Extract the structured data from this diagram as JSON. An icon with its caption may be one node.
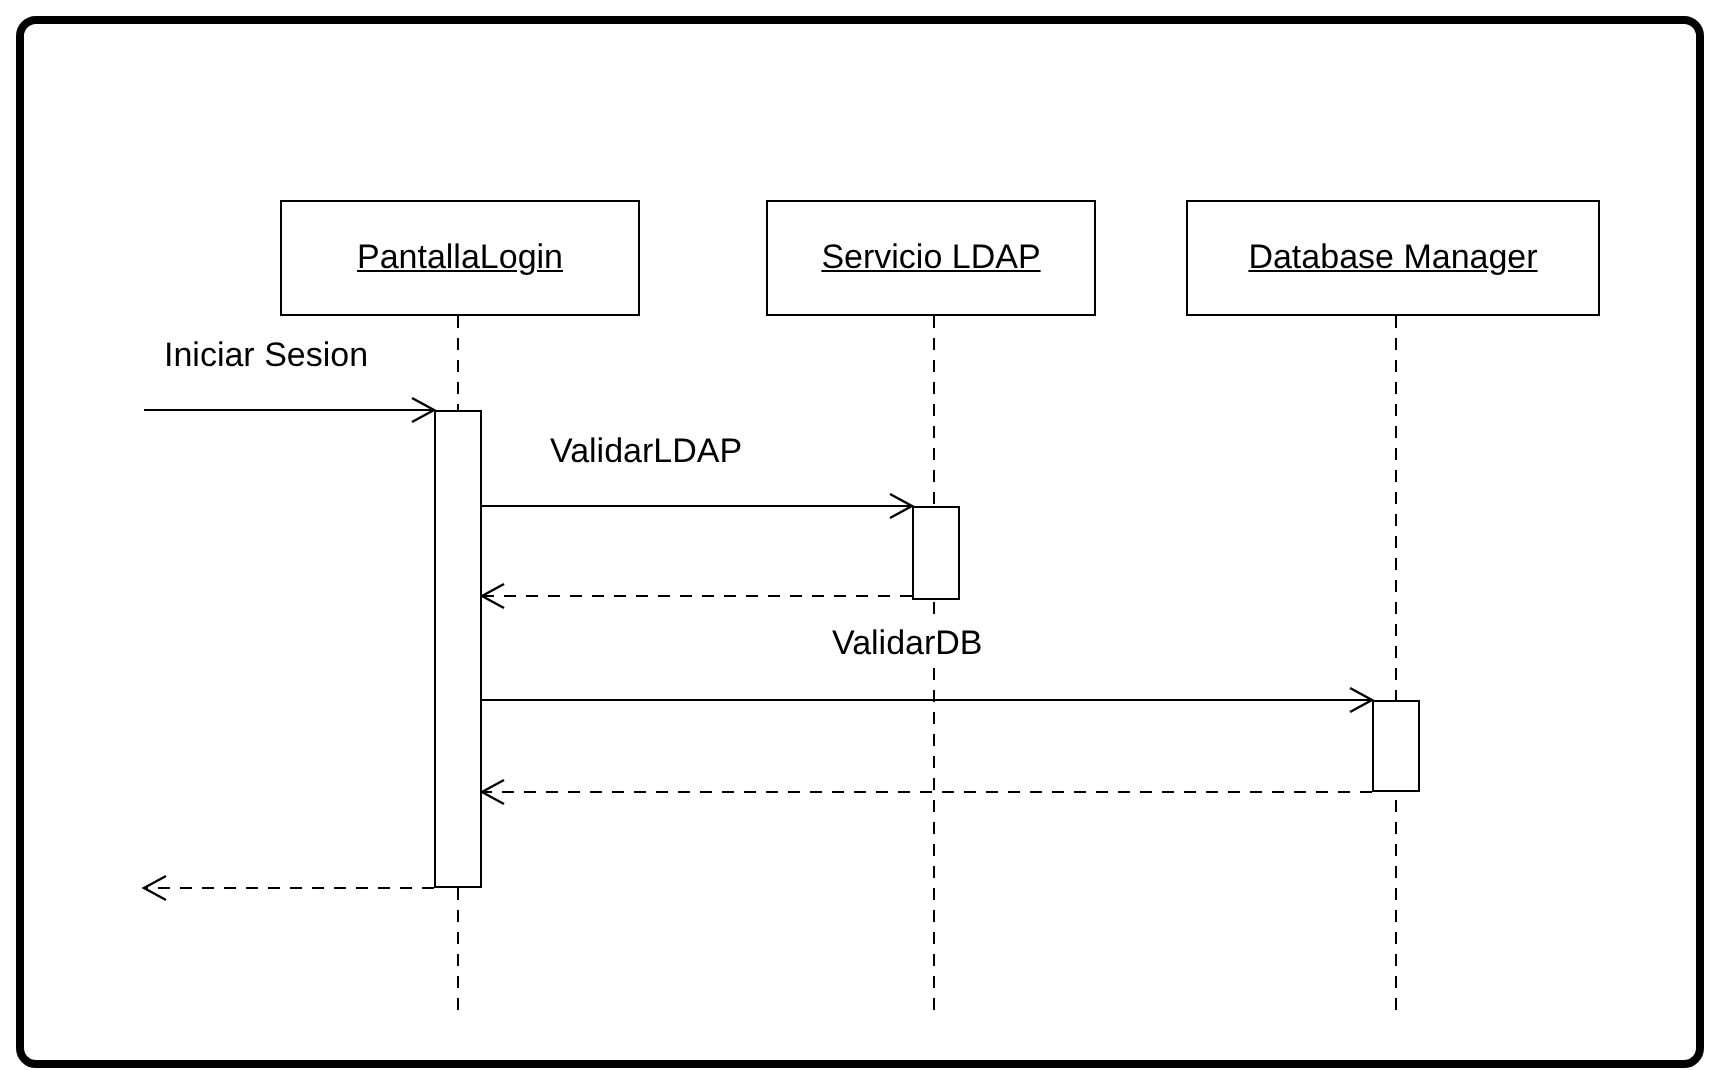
{
  "diagram": {
    "nodes": [
      {
        "text": [
          "PantallaLogin"
        ]
      },
      {
        "text": [
          "Servicio LDAP"
        ]
      },
      {
        "text": [
          "Database Manager"
        ]
      },
      {
        "text": [],
        "shape": "bar"
      },
      {
        "text": [],
        "shape": "bar"
      },
      {
        "text": [],
        "shape": "bar"
      }
    ],
    "edges": [
      {
        "from": null,
        "to": 3,
        "arrow": "to",
        "label": "Iniciar Sesion"
      },
      {
        "from": 3,
        "to": 4,
        "arrow": "to",
        "label": "ValidarLDAP"
      },
      {
        "from": 4,
        "to": 3,
        "arrow": "to",
        "style": "dashed"
      },
      {
        "from": 3,
        "to": 5,
        "arrow": "to",
        "label": "ValidarDB"
      },
      {
        "from": 5,
        "to": 3,
        "arrow": "to",
        "style": "dashed"
      },
      {
        "from": 3,
        "to": null,
        "arrow": "to",
        "style": "dashed"
      }
    ]
  }
}
